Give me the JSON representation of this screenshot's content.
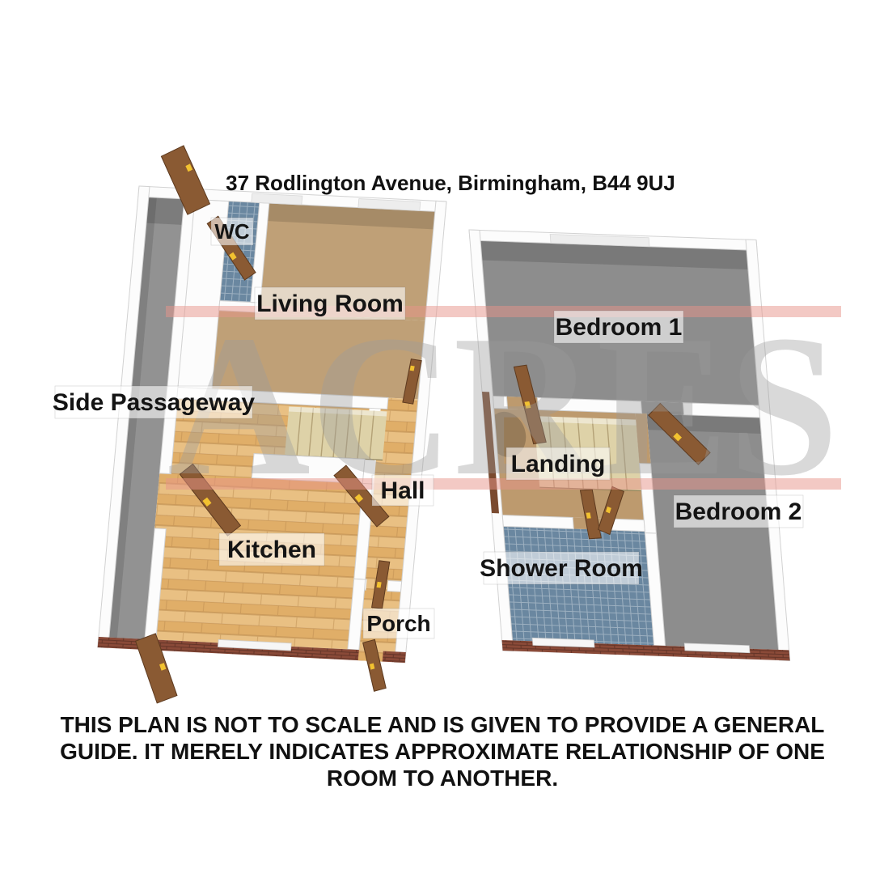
{
  "title": "37 Rodlington Avenue, Birmingham, B44 9UJ",
  "watermark": {
    "text": "ACRES",
    "stripe_color": "#e8948a",
    "letters_color": "#9c9c9c"
  },
  "disclaimer": {
    "line1": "THIS PLAN IS NOT TO SCALE AND IS GIVEN TO PROVIDE A GENERAL",
    "line2": "GUIDE. IT MERELY INDICATES APPROXIMATE RELATIONSHIP OF ONE",
    "line3": "ROOM TO ANOTHER."
  },
  "ground_floor": {
    "rooms": {
      "wc": "WC",
      "living_room": "Living Room",
      "side_passageway": "Side Passageway",
      "kitchen": "Kitchen",
      "hall": "Hall",
      "porch": "Porch"
    }
  },
  "first_floor": {
    "rooms": {
      "bedroom1": "Bedroom 1",
      "landing": "Landing",
      "bedroom2": "Bedroom 2",
      "shower_room": "Shower Room"
    }
  },
  "colors": {
    "wall": "#fcfcfc",
    "brick": "#8a4a38",
    "door": "#8a5a33",
    "handle": "#f2c230",
    "carpet_tan": "#bfa077",
    "carpet_gray": "#8d8d8d",
    "landing_carpet": "#bd9a6e",
    "wood_light": "#e9c083",
    "wood_dark": "#e0ae68",
    "tile_blue": "#6a87a0",
    "passage_gray": "#929292",
    "stairs": "#ded2a8"
  }
}
